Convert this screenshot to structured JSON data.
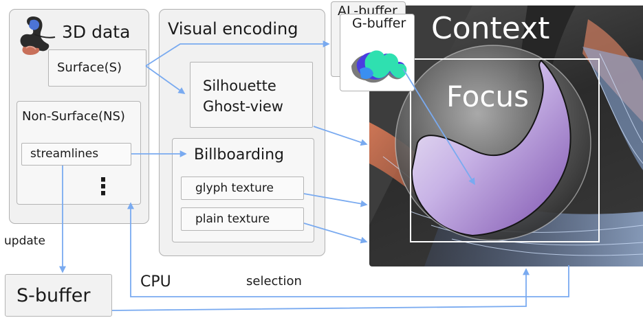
{
  "data3d": {
    "title": "3D data",
    "surface": "Surface(S)",
    "non_surface": "Non-Surface(NS)",
    "streamlines": "streamlines",
    "more": "⋮"
  },
  "encoding": {
    "title": "Visual encoding",
    "silhouette": "Silhouette",
    "ghost": "Ghost-view",
    "billboarding": "Billboarding",
    "glyph": "glyph texture",
    "plain": "plain texture"
  },
  "buffers": {
    "al": "AL-buffer",
    "g": "G-buffer",
    "s": "S-buffer"
  },
  "render": {
    "context": "Context",
    "focus": "Focus"
  },
  "labels": {
    "update": "update",
    "cpu": "CPU",
    "selection": "selection"
  },
  "colors": {
    "arrow": "#79aaf0",
    "box_fill": "#f1f1f1",
    "box_border": "#b0b0b0",
    "focus_frame": "#ffffff"
  }
}
